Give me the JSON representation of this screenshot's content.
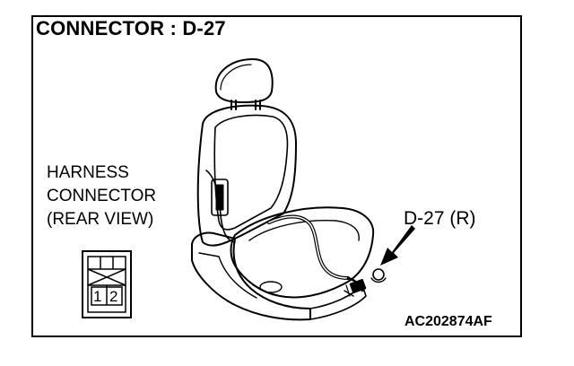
{
  "title": "CONNECTOR : D-27",
  "harness_label": {
    "line1": "HARNESS",
    "line2": "CONNECTOR",
    "line3": "(REAR VIEW)"
  },
  "connector_pins": [
    "1",
    "2"
  ],
  "callout_label": "D-27 (R)",
  "figure_id": "AC202874AF",
  "icons": {
    "connector": "connector-rear-view-icon",
    "seat": "seat-illustration",
    "arrow": "pointer-arrow-icon"
  },
  "colors": {
    "line": "#000000",
    "background": "#ffffff"
  }
}
